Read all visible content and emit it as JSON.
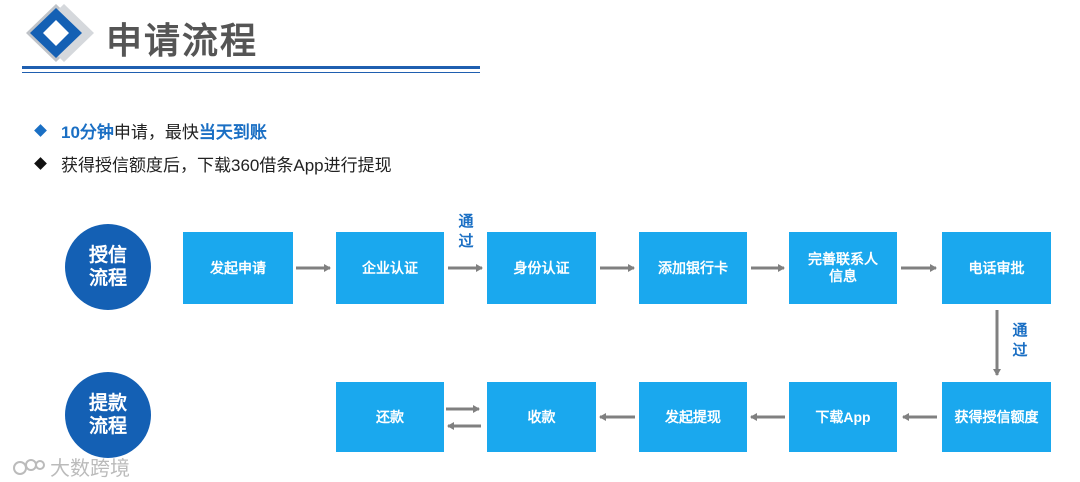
{
  "header": {
    "title": "申请流程"
  },
  "bullets": {
    "b1": {
      "part1": "10分钟",
      "part2": "申请，最快",
      "part3": "当天到账"
    },
    "b2": {
      "text": "获得授信额度后，下载360借条App进行提现"
    }
  },
  "flows": {
    "credit": {
      "label_line1": "授信",
      "label_line2": "流程",
      "steps": [
        "发起申请",
        "企业认证",
        "身份认证",
        "添加银行卡",
        "完善联系人",
        "信息",
        "电话审批"
      ]
    },
    "withdraw": {
      "label_line1": "提款",
      "label_line2": "流程",
      "steps": [
        "获得授信额度",
        "下载App",
        "发起提现",
        "收款",
        "还款"
      ]
    }
  },
  "pass_labels": {
    "a1": "通",
    "a2": "过",
    "b1": "通",
    "b2": "过"
  },
  "watermark": {
    "text": "大数跨境"
  },
  "colors": {
    "accent": "#1460b4",
    "box": "#1aa8ee",
    "arrow": "#808080",
    "pass_text": "#1a6fc4"
  }
}
